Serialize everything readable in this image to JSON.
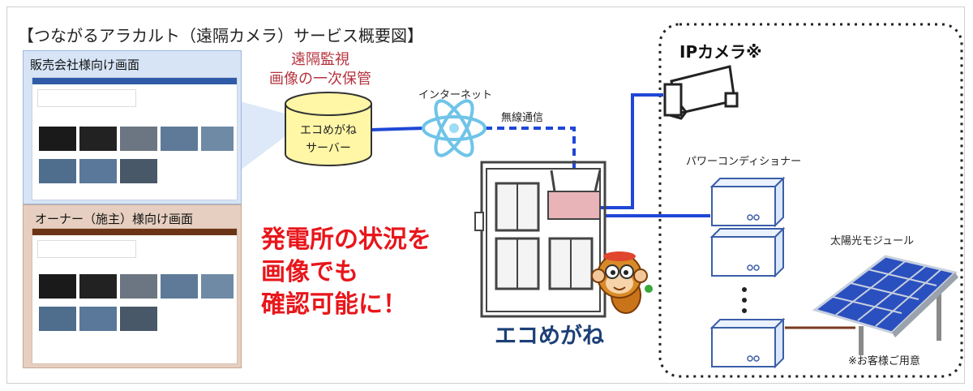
{
  "title": "【つながるアラカルト（遠隔カメラ）サービス概要図】",
  "panels": {
    "sales_label": "販売会社様向け画面",
    "owner_label": "オーナー（施主）様向け画面"
  },
  "storage_label": [
    "遠隔監視",
    "画像の一次保管"
  ],
  "server": [
    "エコめがね",
    "サーバー"
  ],
  "internet_label": "インターネット",
  "wireless_label": "無線通信",
  "callout": [
    "発電所の状況を",
    "画像でも",
    "確認可能に！"
  ],
  "brand_label": "エコめがね",
  "ip_camera_label": "IPカメラ※",
  "power_conditioner_label": "パワーコンディショナー",
  "solar_module_label": "太陽光モジュール",
  "note": "※お客様ご用意",
  "colors": {
    "accent_red": "#e8161b",
    "storage_red": "#b5333d",
    "line_blue": "#1f47d6",
    "brand_navy": "#1d3f77",
    "server_yellow": "#fff7a6",
    "router_pink": "#e8b4b8"
  }
}
